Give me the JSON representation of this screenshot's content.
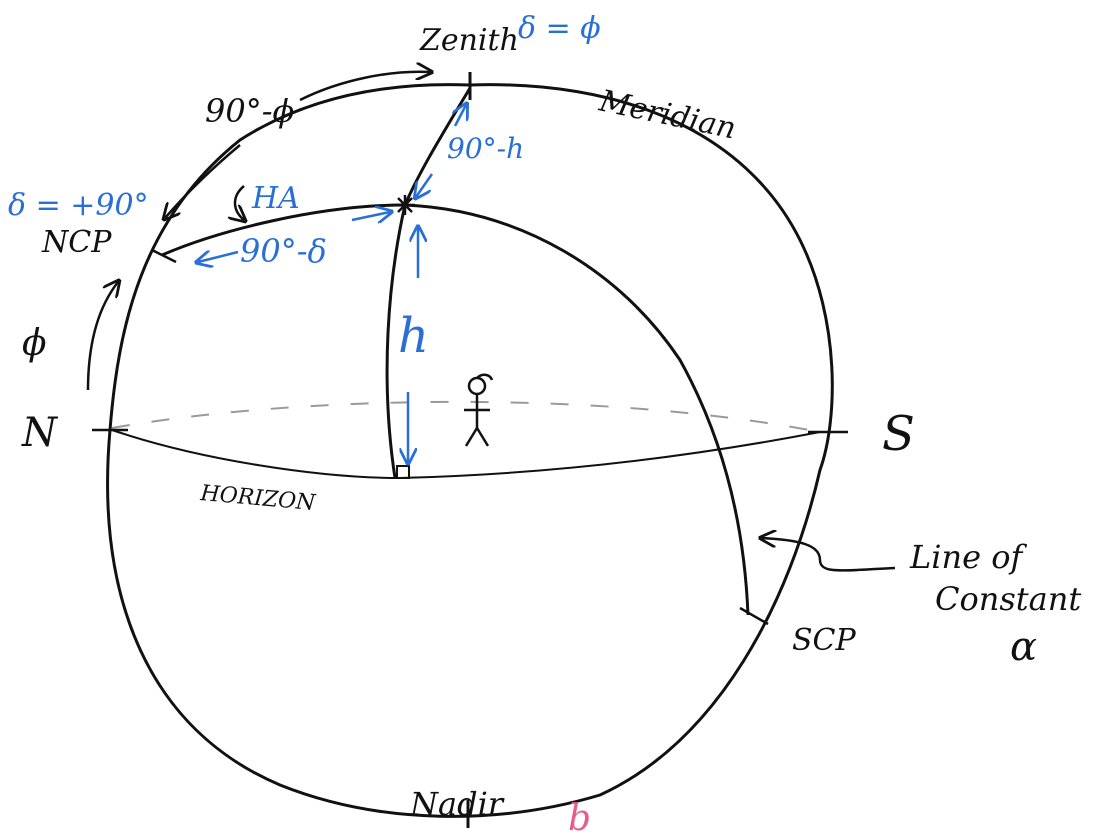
{
  "labels": {
    "zenith": "Zenith",
    "zenith_dec": "δ = ϕ",
    "meridian": "Meridian",
    "ncp_dec": "δ = +90°",
    "ncp": "NCP",
    "colatitude_arc": "90°-ϕ",
    "hour_angle": "HA",
    "codeclination_arc": "90°-δ",
    "zenith_distance_arc": "90°-h",
    "altitude": "h",
    "latitude": "ϕ",
    "north": "N",
    "south": "S",
    "horizon": "HORIZON",
    "scp": "SCP",
    "constant_ra_line_1": "Line of",
    "constant_ra_line_2": "Constant",
    "constant_ra_symbol": "α",
    "nadir": "Nadir",
    "panel_letter": "b"
  },
  "colors": {
    "ink": "#111111",
    "annotation_blue": "#2a6fd6",
    "panel_letter_pink": "#ec5a8c",
    "horizon_far_side_gray": "#9a9a9a"
  }
}
